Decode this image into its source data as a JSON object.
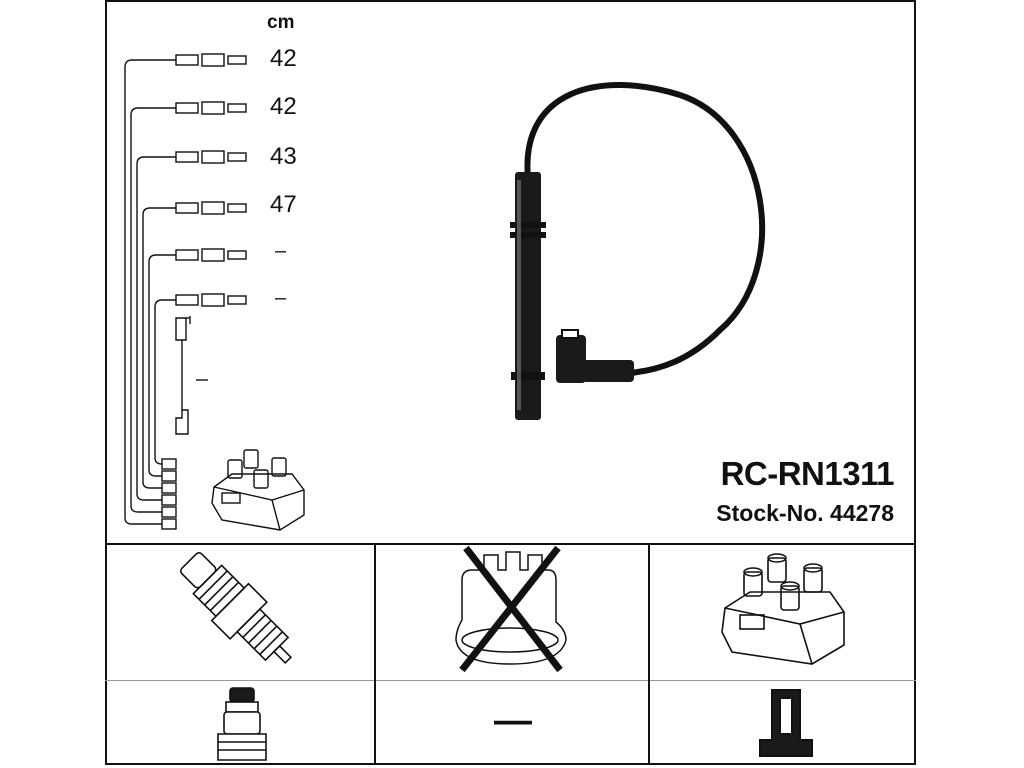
{
  "header": {
    "unit": "cm"
  },
  "cables": [
    {
      "length": "42"
    },
    {
      "length": "42"
    },
    {
      "length": "43"
    },
    {
      "length": "47"
    },
    {
      "length": "–"
    },
    {
      "length": "–"
    }
  ],
  "product": {
    "model": "RC-RN1311",
    "stock": "Stock-No. 44278"
  },
  "bottom_row": {
    "middle_label": "—"
  },
  "icons": [
    "cable-set-diagram",
    "ignition-cable-illustration",
    "ignition-coil-icon",
    "spark-plug-icon",
    "distributor-cap-crossed-icon",
    "boot-connector-icon",
    "terminal-connector-icon"
  ]
}
